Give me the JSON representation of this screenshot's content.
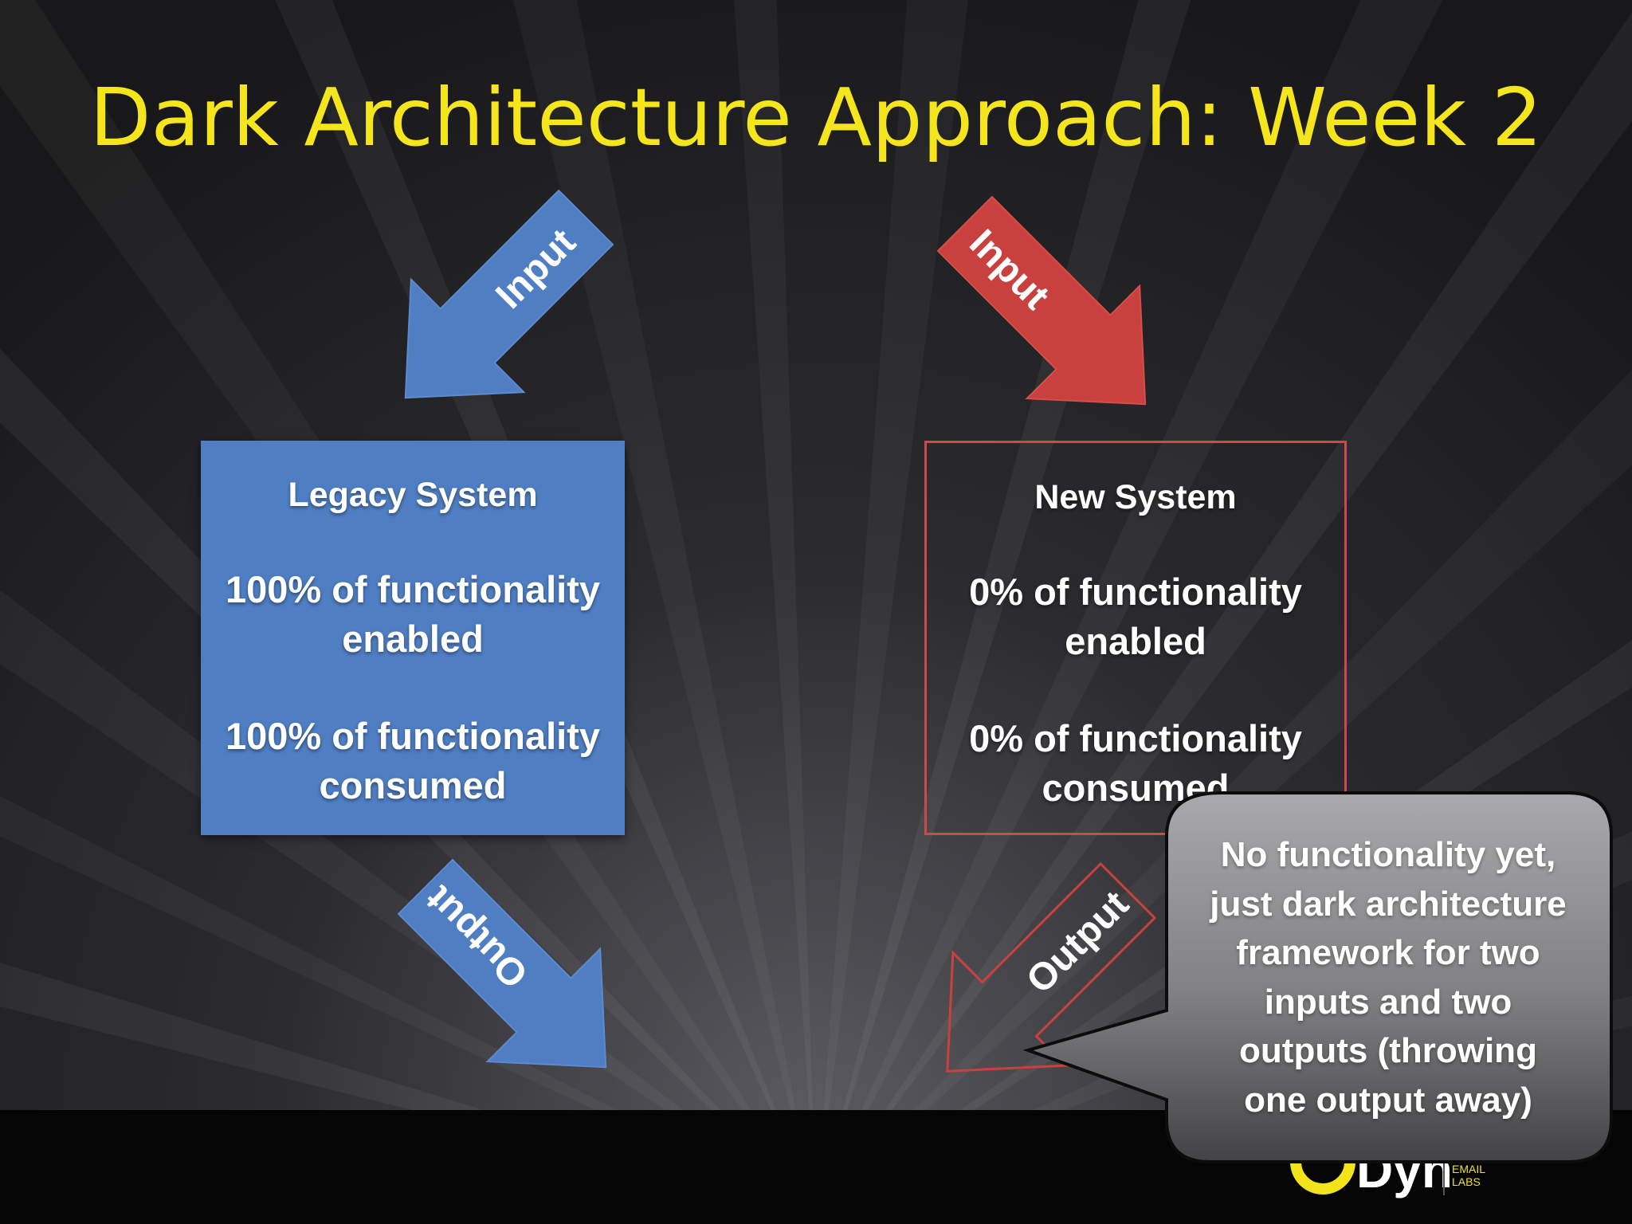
{
  "slide": {
    "title": "Dark Architecture Approach: Week 2"
  },
  "legacy": {
    "title": "Legacy System",
    "enabled_line1": "100% of functionality",
    "enabled_line2": "enabled",
    "consumed_line1": "100% of functionality",
    "consumed_line2": "consumed",
    "input_label": "Input",
    "output_label": "Output",
    "color": "#4f7ec3"
  },
  "new_system": {
    "title": "New System",
    "enabled_line1": "0% of functionality",
    "enabled_line2": "enabled",
    "consumed_line1": "0% of functionality",
    "consumed_line2": "consumed",
    "input_label": "Input",
    "output_label": "Output",
    "color": "#c9413e"
  },
  "callout": {
    "lines": [
      "No functionality yet,",
      "just dark architecture",
      "framework for two",
      "inputs and two",
      "outputs (throwing",
      "one output away)"
    ]
  },
  "logo": {
    "text": "Dyn",
    "sub1": "EMAIL",
    "sub2": "LABS"
  },
  "colors": {
    "title": "#f5e51c",
    "background": "#1d1d1f",
    "footer": "#050505"
  }
}
